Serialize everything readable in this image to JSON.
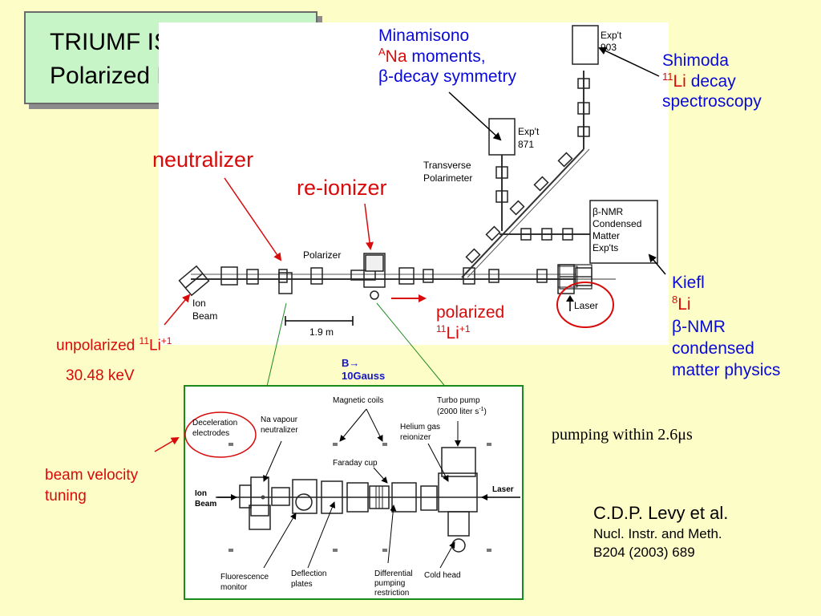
{
  "title": {
    "line1": "TRIUMF ISAC",
    "line2": "Polarized Beam Line"
  },
  "labels": {
    "minamisono": {
      "name": "Minamisono",
      "sup": "A",
      "elem": "Na",
      "rest": " moments,",
      "line3": "β-decay symmetry"
    },
    "shimoda": {
      "name": "Shimoda",
      "sup": "11",
      "elem": "Li",
      "rest": " decay",
      "line3": "spectroscopy"
    },
    "kiefl": {
      "name": "Kiefl",
      "sup": "8",
      "elem": "Li",
      "line3": "β-NMR",
      "line4": "condensed",
      "line5": "matter physics"
    },
    "neutralizer": "neutralizer",
    "reionizer": "re-ionizer",
    "polarized": {
      "word": "polarized",
      "sup": "11",
      "elem": "Li",
      "charge": "+1"
    },
    "unpolarized": {
      "word": "unpolarized ",
      "sup": "11",
      "elem": "Li",
      "charge": "+1"
    },
    "energy": "30.48 keV",
    "field": {
      "line1": "B→",
      "line2": "10Gauss"
    },
    "pumping": "pumping within 2.6μs",
    "tuning": {
      "line1": "beam velocity",
      "line2": "tuning"
    },
    "citation": {
      "authors": "C.D.P. Levy et al.",
      "journal": "Nucl. Instr. and Meth.",
      "volume": "B204 (2003) 689"
    }
  },
  "beamline": {
    "exp903": {
      "line1": "Exp't",
      "line2": "903"
    },
    "exp871": {
      "line1": "Exp't",
      "line2": "871"
    },
    "transverse": {
      "line1": "Transverse",
      "line2": "Polarimeter"
    },
    "bnmr": {
      "line1": "β-NMR",
      "line2": "Condensed",
      "line3": "Matter",
      "line4": "Exp'ts"
    },
    "polarizer": "Polarizer",
    "ion_beam": {
      "line1": "Ion",
      "line2": "Beam"
    },
    "scale": "1.9 m",
    "laser": "Laser"
  },
  "detail": {
    "decel": {
      "line1": "Deceleration",
      "line2": "electrodes"
    },
    "na_vapour": {
      "line1": "Na vapour",
      "line2": "neutralizer"
    },
    "magnetic_coils": "Magnetic coils",
    "turbo": {
      "line1": "Turbo pump",
      "line2": "(2000 liter s",
      "sup": "-1",
      "close": ")"
    },
    "helium": {
      "line1": "Helium gas",
      "line2": "reionizer"
    },
    "faraday": "Faraday cup",
    "ion_beam": {
      "line1": "Ion",
      "line2": "Beam"
    },
    "laser": "Laser",
    "fluor": {
      "line1": "Fluorescence",
      "line2": "monitor"
    },
    "deflect": {
      "line1": "Deflection",
      "line2": "plates"
    },
    "diff": {
      "line1": "Differential",
      "line2": "pumping",
      "line3": "restriction"
    },
    "cold": "Cold head"
  },
  "colors": {
    "background": "#fdfdc8",
    "title_box": "#c8f5c8",
    "blue": "#0a0ad8",
    "red": "#d80a0a",
    "green_frame": "#1d8a1d"
  }
}
